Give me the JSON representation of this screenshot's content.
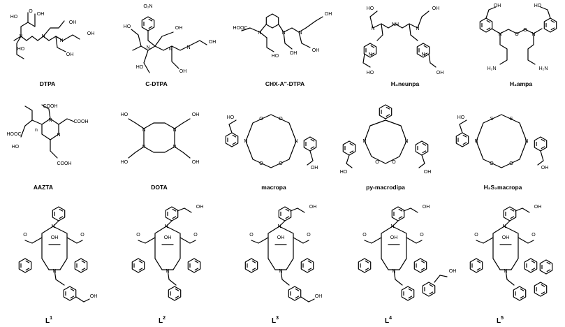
{
  "figure": {
    "captions": [
      {
        "id": "dtpa",
        "label": "DTPA"
      },
      {
        "id": "c-dtpa",
        "label": "C-DTPA"
      },
      {
        "id": "chx-dtpa",
        "label": "CHX-A\"-DTPA"
      },
      {
        "id": "h4neunpa",
        "label": "H₄neunpa"
      },
      {
        "id": "h2ampa",
        "label": "H₂ampa"
      },
      {
        "id": "aazta",
        "label": "AAZTA"
      },
      {
        "id": "dota",
        "label": "DOTA"
      },
      {
        "id": "macropa",
        "label": "macropa"
      },
      {
        "id": "py-macrodipa",
        "label": "py-macrodipa"
      },
      {
        "id": "h2s2macropa",
        "label": "H₂S₂macropa"
      },
      {
        "id": "l1",
        "label": "L",
        "sup": "1"
      },
      {
        "id": "l2",
        "label": "L",
        "sup": "2"
      },
      {
        "id": "l3",
        "label": "L",
        "sup": "3"
      },
      {
        "id": "l4",
        "label": "L",
        "sup": "4"
      },
      {
        "id": "l5",
        "label": "L",
        "sup": "5"
      }
    ],
    "atoms": {
      "N": "N",
      "O": "O",
      "S": "S",
      "NH": "NH",
      "OH": "OH",
      "COOH": "COOH",
      "HOOC": "HOOC",
      "OH_left": "HO",
      "NO2": "O₂N",
      "H2N": "H₂N",
      "n": "n",
      "O_ring": "O"
    }
  }
}
